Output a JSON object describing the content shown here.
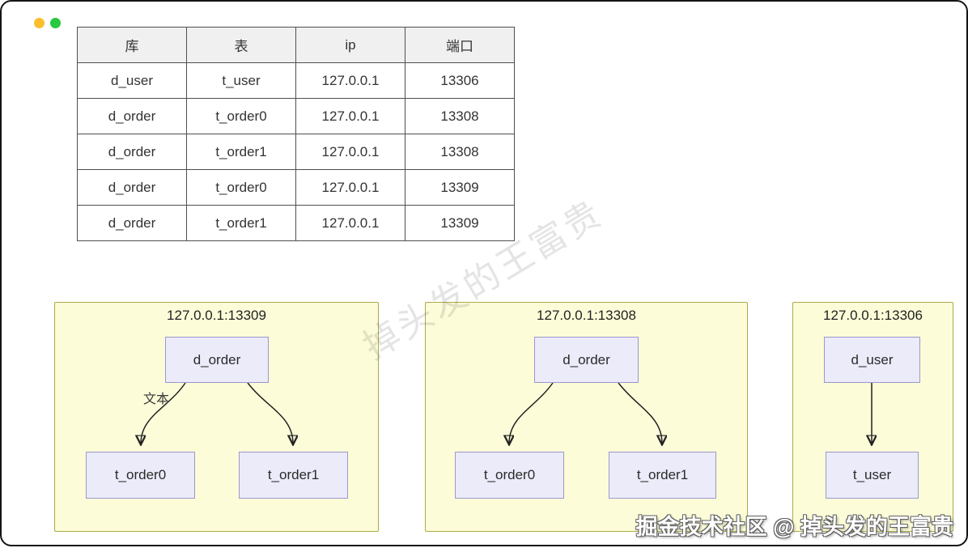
{
  "window": {
    "dots": [
      {
        "name": "minimize",
        "color": "#fcbe2d"
      },
      {
        "name": "zoom",
        "color": "#27c93f"
      }
    ]
  },
  "table": {
    "headers": [
      "库",
      "表",
      "ip",
      "端口"
    ],
    "rows": [
      [
        "d_user",
        "t_user",
        "127.0.0.1",
        "13306"
      ],
      [
        "d_order",
        "t_order0",
        "127.0.0.1",
        "13308"
      ],
      [
        "d_order",
        "t_order1",
        "127.0.0.1",
        "13308"
      ],
      [
        "d_order",
        "t_order0",
        "127.0.0.1",
        "13309"
      ],
      [
        "d_order",
        "t_order1",
        "127.0.0.1",
        "13309"
      ]
    ]
  },
  "panels": [
    {
      "title": "127.0.0.1:13309",
      "db": "d_order",
      "edge_label": "文本",
      "children": [
        "t_order0",
        "t_order1"
      ]
    },
    {
      "title": "127.0.0.1:13308",
      "db": "d_order",
      "children": [
        "t_order0",
        "t_order1"
      ]
    },
    {
      "title": "127.0.0.1:13306",
      "db": "d_user",
      "children": [
        "t_user"
      ]
    }
  ],
  "watermarks": {
    "diagonal": "掉头发的王富贵",
    "footer": "掘金技术社区 @ 掉头发的王富贵"
  },
  "colors": {
    "panel_fill": "#fcfcd8",
    "panel_border": "#abab49",
    "node_fill": "#ebebfa",
    "node_border": "#9d97cd",
    "table_header_bg": "#f0f0f0",
    "table_border": "#4f4f4f",
    "dot_yellow": "#fcbe2d",
    "dot_green": "#27c93f",
    "arrow": "#222222"
  }
}
